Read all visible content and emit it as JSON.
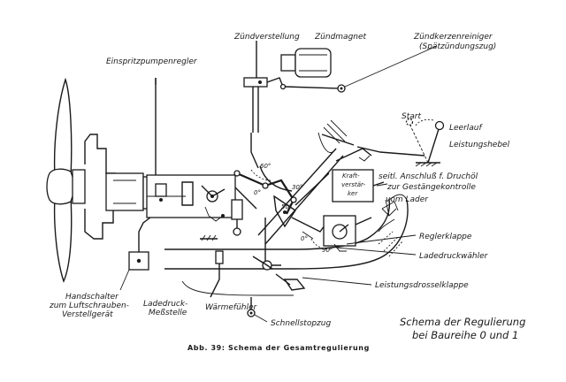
{
  "labels": {
    "zuendverstellung": "Zündverstellung",
    "zuendmagnet": "Zündmagnet",
    "zuendkerzenreiniger": "Zündkerzenreiniger",
    "spaetzuendungszug": "(Spätzündungszug)",
    "einspritzpumpenregler": "Einspritzpumpenregler",
    "start": "Start",
    "leerlauf": "Leerlauf",
    "leistungshebel": "Leistungshebel",
    "kraftverstaerker_line1": "Kraft-",
    "kraftverstaerker_line2": "verstär-",
    "kraftverstaerker_line3": "ker",
    "seitl_anschluss": "seitl. Anschluß f. Druchöl",
    "zur_gestaengekontrolle": "zur Gestängekontrolle",
    "vom_lader": "vom Lader",
    "reglerklappe": "Reglerklappe",
    "ladedruckwaehler": "Ladedruckwähler",
    "leistungsdrosselklappe": "Leistungsdrosselklappe",
    "handschalter_line1": "Handschalter",
    "handschalter_line2": "zum Luftschrauben-",
    "handschalter_line3": "Verstellgerät",
    "ladedruck_messtelle_line1": "Ladedruck-",
    "ladedruck_messtelle_line2": "Meßstelle",
    "waermefuehler": "Wärmefühler",
    "schnellstopzug": "Schnellstopzug",
    "angle_60_upper": "60°",
    "angle_0_upper": "0°",
    "angle_0_lower": "0°",
    "angle_90_lower": "90°",
    "angle_50": "50°",
    "angle_30": "30°"
  },
  "title": {
    "line1": "Schema der Regulierung",
    "line2": "bei Baureihe 0 und 1"
  },
  "caption": "Abb. 39:  Schema der Gesamtregulierung"
}
